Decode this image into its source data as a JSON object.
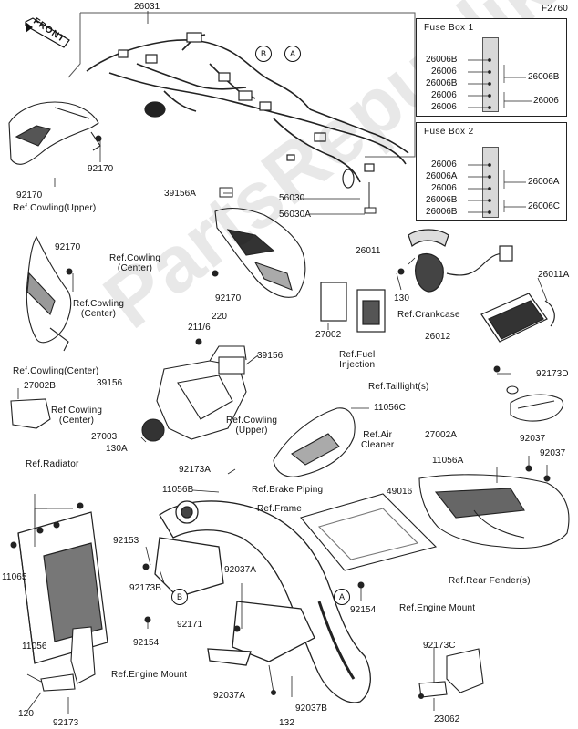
{
  "diagram": {
    "code": "F2760",
    "front_label": "FRONT",
    "watermark": "PartsRepublik",
    "callouts": {
      "a": "A",
      "b": "B"
    },
    "fuse_box_1": {
      "title": "Fuse Box 1",
      "rows": [
        "26006B",
        "26006",
        "26006B",
        "26006",
        "26006"
      ],
      "right_labels": [
        "26006B",
        "26006"
      ]
    },
    "fuse_box_2": {
      "title": "Fuse Box 2",
      "rows": [
        "26006",
        "26006A",
        "26006",
        "26006B",
        "26006B"
      ],
      "right_labels": [
        "26006A",
        "26006C"
      ]
    },
    "parts": {
      "p26031": "26031",
      "p92170_a": "92170",
      "p92170_b": "92170",
      "p92170_c": "92170",
      "p92170_d": "92170",
      "p39156a": "39156A",
      "p56030": "56030",
      "p56030a": "56030A",
      "p26011": "26011",
      "p130": "130",
      "p26011a": "26011A",
      "p27002": "27002",
      "p26012": "26012",
      "p211": "211/6",
      "p220": "220",
      "p39156_a": "39156",
      "p39156_b": "39156",
      "p27002b": "27002B",
      "p92173d": "92173D",
      "p11056c": "11056C",
      "p27003": "27003",
      "p130a": "130A",
      "p27002a": "27002A",
      "p11056a": "11056A",
      "p92037_a": "92037",
      "p92037_b": "92037",
      "p92173a": "92173A",
      "p11056b": "11056B",
      "p49016": "49016",
      "p92153": "92153",
      "p11065": "11065",
      "p92173b": "92173B",
      "p92037a_a": "92037A",
      "p92154_a": "92154",
      "p92171": "92171",
      "p92154_b": "92154",
      "p11056": "11056",
      "p120": "120",
      "p92173": "92173",
      "p92037a_b": "92037A",
      "p132": "132",
      "p92037b": "92037B",
      "p92173c": "92173C",
      "p23062": "23062"
    },
    "refs": {
      "cowling_upper": "Ref.Cowling(Upper)",
      "cowling_center_1": "Ref.Cowling\n(Center)",
      "cowling_center_2": "Ref.Cowling\n(Center)",
      "cowling_center_3": "Ref.Cowling(Center)",
      "cowling_center_4": "Ref.Cowling\n(Center)",
      "crankcase": "Ref.Crankcase",
      "fuel_injection": "Ref.Fuel\nInjection",
      "taillights": "Ref.Taillight(s)",
      "cowling_upper_2": "Ref.Cowling\n(Upper)",
      "air_cleaner": "Ref.Air\nCleaner",
      "radiator": "Ref.Radiator",
      "brake_piping": "Ref.Brake Piping",
      "frame": "Ref.Frame",
      "rear_fenders": "Ref.Rear Fender(s)",
      "engine_mount_1": "Ref.Engine Mount",
      "engine_mount_2": "Ref.Engine Mount"
    }
  }
}
